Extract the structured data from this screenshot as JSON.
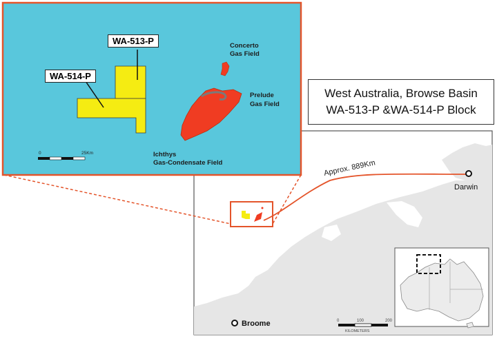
{
  "title": {
    "line1": "West Australia, Browse Basin",
    "line2": "WA-513-P &WA-514-P Block"
  },
  "inset": {
    "blocks": [
      {
        "label": "WA-513-P"
      },
      {
        "label": "WA-514-P"
      }
    ],
    "fields": {
      "concerto": [
        "Concerto",
        "Gas Field"
      ],
      "prelude": [
        "Prelude",
        "Gas Field"
      ],
      "ichthys": [
        "Ichthys",
        "Gas-Condensate Field"
      ]
    },
    "scale": {
      "start": "0",
      "end": "25Km"
    }
  },
  "main_map": {
    "distance_label": "Approx. 889Km",
    "cities": [
      "Darwin",
      "Broome"
    ],
    "scale": {
      "ticks": [
        "0",
        "100",
        "200"
      ],
      "unit": "KILOMETERS"
    }
  },
  "colors": {
    "sea": "#59c7dc",
    "block": "#f5ec12",
    "field": "#f03c22",
    "route": "#e4542a",
    "land": "#e6e6e6",
    "water_main": "#ffffff"
  }
}
